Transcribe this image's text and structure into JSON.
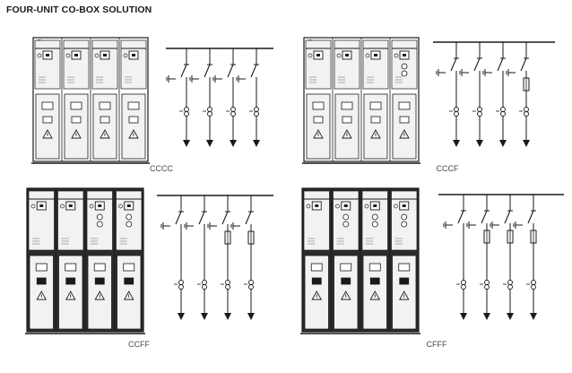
{
  "page": {
    "title": "FOUR-UNIT CO-BOX SOLUTION"
  },
  "variants": [
    {
      "caption": "CCCC",
      "units": [
        "C",
        "C",
        "C",
        "C"
      ],
      "panel_style": "light"
    },
    {
      "caption": "CCCF",
      "units": [
        "C",
        "C",
        "C",
        "F"
      ],
      "panel_style": "light"
    },
    {
      "caption": "CCFF",
      "units": [
        "C",
        "C",
        "F",
        "F"
      ],
      "panel_style": "dark"
    },
    {
      "caption": "CFFF",
      "units": [
        "C",
        "F",
        "F",
        "F"
      ],
      "panel_style": "dark"
    }
  ],
  "colors": {
    "line": "#1a1a1a",
    "light_panel": "#f2f2f2",
    "dark_panel": "#2b2b2b",
    "badge": "#1a1a1a"
  }
}
